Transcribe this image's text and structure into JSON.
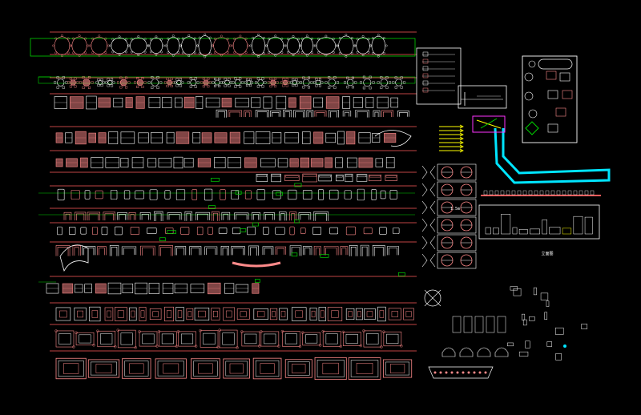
{
  "viewport": {
    "name": "model-space"
  },
  "colors": {
    "background": "#000000",
    "line_white": "#ffffff",
    "line_red": "#ff5a5a",
    "line_pink": "#ff8a8a",
    "line_green": "#00d200",
    "line_cyan": "#00e5ff",
    "line_yellow": "#ffff00",
    "line_magenta": "#ff33ff"
  },
  "rows": [
    {
      "name": "oval-tables-row",
      "kind": "oval",
      "count": 18
    },
    {
      "name": "round-tables-row",
      "kind": "round",
      "count": 22
    },
    {
      "name": "rect-tables-row",
      "kind": "rect",
      "count": 24
    },
    {
      "name": "sofa-sets-row",
      "kind": "sofa",
      "count": 22
    },
    {
      "name": "desks-row",
      "kind": "desk",
      "count": 20
    },
    {
      "name": "cabinets-row",
      "kind": "cabinet",
      "count": 26
    },
    {
      "name": "beds-row",
      "kind": "bed",
      "count": 20
    },
    {
      "name": "chairs-row",
      "kind": "chair",
      "count": 28
    },
    {
      "name": "lounge-row",
      "kind": "lounge",
      "count": 24
    },
    {
      "name": "living-sets-row",
      "kind": "living",
      "count": 18
    },
    {
      "name": "carpets-row",
      "kind": "carpet",
      "count": 16
    },
    {
      "name": "rugs-row",
      "kind": "rug",
      "count": 12
    }
  ],
  "blocks": [
    {
      "name": "legend-panel-1"
    },
    {
      "name": "legend-panel-2"
    },
    {
      "name": "floor-plan-block"
    },
    {
      "name": "round-table-legend"
    },
    {
      "name": "elevation-panel"
    },
    {
      "name": "misc-symbols-cluster"
    }
  ],
  "labels": {
    "elevation_caption": "立面图",
    "table_legend_tag": "1.5m"
  }
}
